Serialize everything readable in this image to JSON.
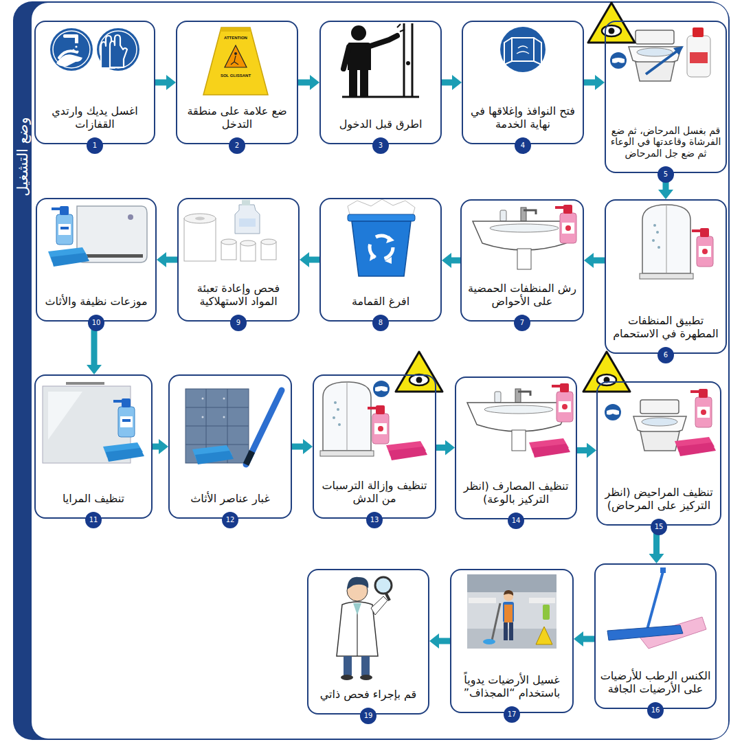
{
  "diagram": {
    "title": "وضع التشغيل",
    "nodes": [
      {
        "text": [
          "اغسل يديك وارتدي القفازات"
        ]
      },
      {
        "text": [
          "ضع علامة على منطقة التدخل"
        ]
      },
      {
        "text": [
          "اطرق قبل الدخول"
        ]
      },
      {
        "text": [
          "فتح النوافذ وإغلاقها في نهاية الخدمة"
        ]
      },
      {
        "text": [
          "قم بغسل المرحاض، ثم ضع الفرشاة وقاعدتها في الوعاء ثم ضع جل المرحاض"
        ]
      },
      {
        "text": [
          "تطبيق المنظفات المطهرة في الاستحمام"
        ]
      },
      {
        "text": [
          "رش المنظفات الحمضية على الأحواض"
        ]
      },
      {
        "text": [
          "افرغ القمامة"
        ]
      },
      {
        "text": [
          "فحص وإعادة تعبئة المواد الاستهلاكية"
        ]
      },
      {
        "text": [
          "موزعات نظيفة والأثاث"
        ]
      },
      {
        "text": [
          "تنظيف المرايا"
        ]
      },
      {
        "text": [
          "غبار عناصر الأثاث"
        ]
      },
      {
        "text": [
          "تنظيف وإزالة الترسبات من الدش"
        ]
      },
      {
        "text": [
          "تنظيف المصارف (انظر التركيز بالوعة)"
        ]
      },
      {
        "text": [
          "تنظيف المراحيض (انظر التركيز على المرحاض)"
        ]
      },
      {
        "text": [
          "الكنس الرطب للأرضيات على الأرضيات الجافة"
        ]
      },
      {
        "text": [
          "غسيل الأرضيات يدوياً باستخدام “المجذاف”"
        ]
      },
      {
        "text": [
          "قم بإجراء فحص ذاتي"
        ]
      }
    ],
    "edges": [
      {
        "from": 0,
        "to": 1,
        "arrow": "to"
      },
      {
        "from": 1,
        "to": 2,
        "arrow": "to"
      },
      {
        "from": 2,
        "to": 3,
        "arrow": "to"
      },
      {
        "from": 3,
        "to": 4,
        "arrow": "to"
      },
      {
        "from": 4,
        "to": 5,
        "arrow": "to"
      },
      {
        "from": 5,
        "to": 6,
        "arrow": "to"
      },
      {
        "from": 6,
        "to": 7,
        "arrow": "to"
      },
      {
        "from": 7,
        "to": 8,
        "arrow": "to"
      },
      {
        "from": 8,
        "to": 9,
        "arrow": "to"
      },
      {
        "from": 9,
        "to": 10,
        "arrow": "to"
      },
      {
        "from": 10,
        "to": 11,
        "arrow": "to"
      },
      {
        "from": 11,
        "to": 12,
        "arrow": "to"
      },
      {
        "from": 12,
        "to": 13,
        "arrow": "to"
      },
      {
        "from": 13,
        "to": 14,
        "arrow": "to"
      },
      {
        "from": 14,
        "to": 15,
        "arrow": "to"
      },
      {
        "from": 15,
        "to": 16,
        "arrow": "to"
      },
      {
        "from": 16,
        "to": 17,
        "arrow": "to"
      }
    ],
    "labels": [
      "ATTENTION",
      "SOL GLISSANT",
      "1",
      "2",
      "3",
      "4",
      "5",
      "6",
      "7",
      "8",
      "9",
      "10",
      "11",
      "12",
      "13",
      "14",
      "15",
      "16",
      "17",
      "19"
    ]
  }
}
